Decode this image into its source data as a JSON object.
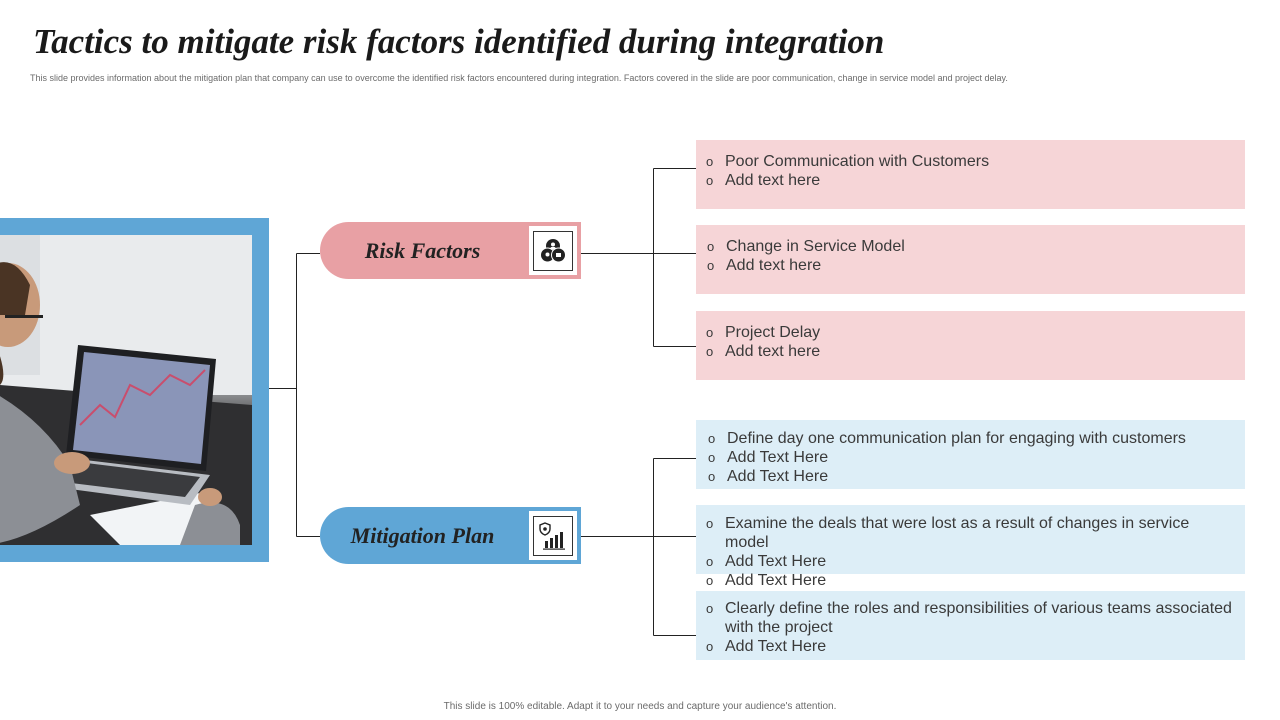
{
  "title": "Tactics to mitigate risk factors identified during integration",
  "subtitle": "This slide provides information about the mitigation plan that company can use to overcome the identified risk factors encountered during integration. Factors covered in the slide are poor communication,  change in service model and project delay.",
  "branches": {
    "risk": {
      "label": "Risk Factors",
      "icon": "risk-circles-icon",
      "color": "#e8a0a4",
      "boxes": [
        {
          "lines": [
            "Poor Communication with Customers",
            "Add text here"
          ]
        },
        {
          "lines": [
            "Change in Service Model",
            "Add text here"
          ]
        },
        {
          "lines": [
            "Project Delay",
            "Add text here"
          ]
        }
      ]
    },
    "mitigation": {
      "label": "Mitigation Plan",
      "icon": "shield-chart-icon",
      "color": "#5fa6d6",
      "boxes": [
        {
          "lines": [
            "Define day one communication plan for engaging with customers",
            "Add Text Here",
            "Add Text Here"
          ]
        },
        {
          "lines": [
            "Examine the deals that were lost as a result of changes in service model",
            "Add Text Here",
            "Add Text Here"
          ]
        },
        {
          "lines": [
            "Clearly define the roles and responsibilities of various teams associated with the project",
            "Add Text Here"
          ]
        }
      ]
    }
  },
  "bullet_glyph": "o",
  "footer": "This slide is 100% editable. Adapt it to your needs and capture your audience's attention.",
  "colors": {
    "pink_box": "#f6d5d7",
    "blue_box": "#ddeef7",
    "connector": "#222222"
  }
}
